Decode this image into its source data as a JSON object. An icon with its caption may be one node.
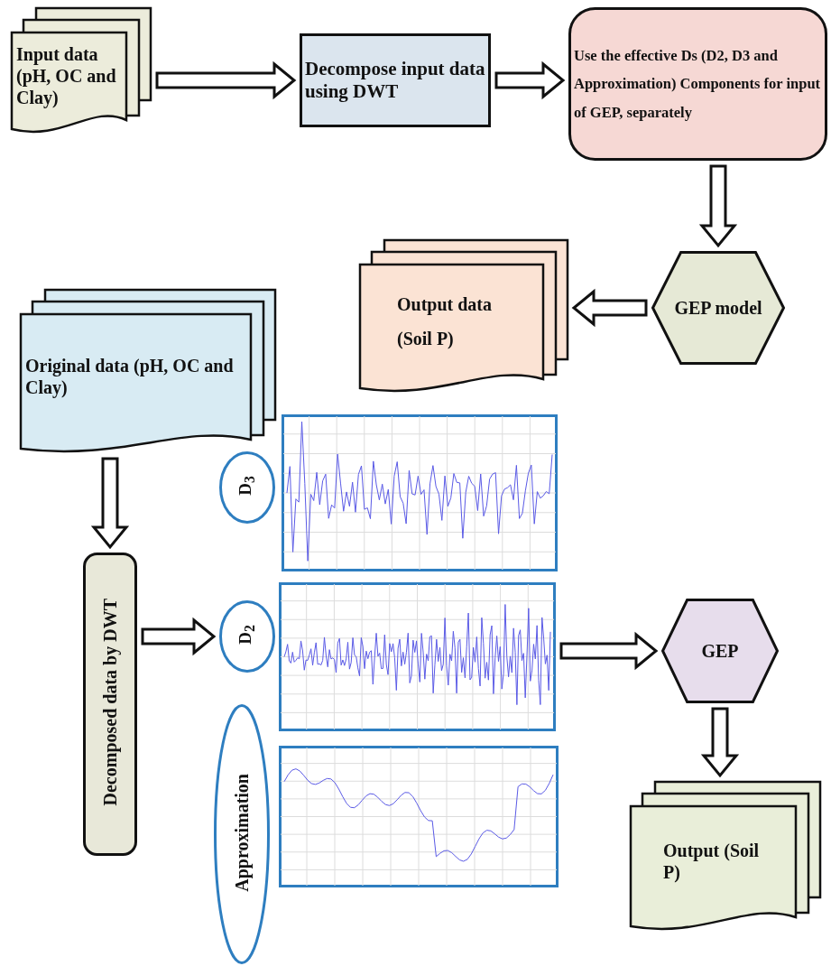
{
  "diagram": {
    "nodes": [
      {
        "text": [
          "Input data (pH, OC and Clay)"
        ]
      },
      {
        "text": [
          "Decompose input data using DWT"
        ]
      },
      {
        "text": [
          "Use the effective Ds (D2, D3 and Approximation) Components for input of GEP, separately"
        ]
      },
      {
        "text": [
          "GEP model"
        ]
      },
      {
        "text": [
          "Output data (Soil P)"
        ]
      },
      {
        "text": [
          "Original data (pH, OC and Clay)"
        ]
      },
      {
        "text": [
          "Decomposed data by DWT"
        ]
      },
      {
        "text": [
          "D$_{3}$"
        ]
      },
      {
        "text": [],
        "shape": "picture"
      },
      {
        "text": [
          "D$_{2}$"
        ]
      },
      {
        "text": [],
        "shape": "picture"
      },
      {
        "text": [
          "Approximation"
        ]
      },
      {
        "text": [],
        "shape": "picture"
      },
      {
        "text": [
          "GEP"
        ]
      },
      {
        "text": [
          "Output (Soil P)"
        ]
      }
    ],
    "edges": [
      {
        "from": 0,
        "to": 1,
        "arrow": "to"
      },
      {
        "from": 1,
        "to": 2,
        "arrow": "to"
      },
      {
        "from": 2,
        "to": 3,
        "arrow": "to"
      },
      {
        "from": 3,
        "to": 4,
        "arrow": "to"
      },
      {
        "from": 5,
        "to": 6,
        "arrow": "to"
      },
      {
        "from": 6,
        "to": 9,
        "arrow": "to"
      },
      {
        "from": 10,
        "to": 13,
        "arrow": "to"
      },
      {
        "from": 13,
        "to": 14,
        "arrow": "to"
      }
    ]
  }
}
